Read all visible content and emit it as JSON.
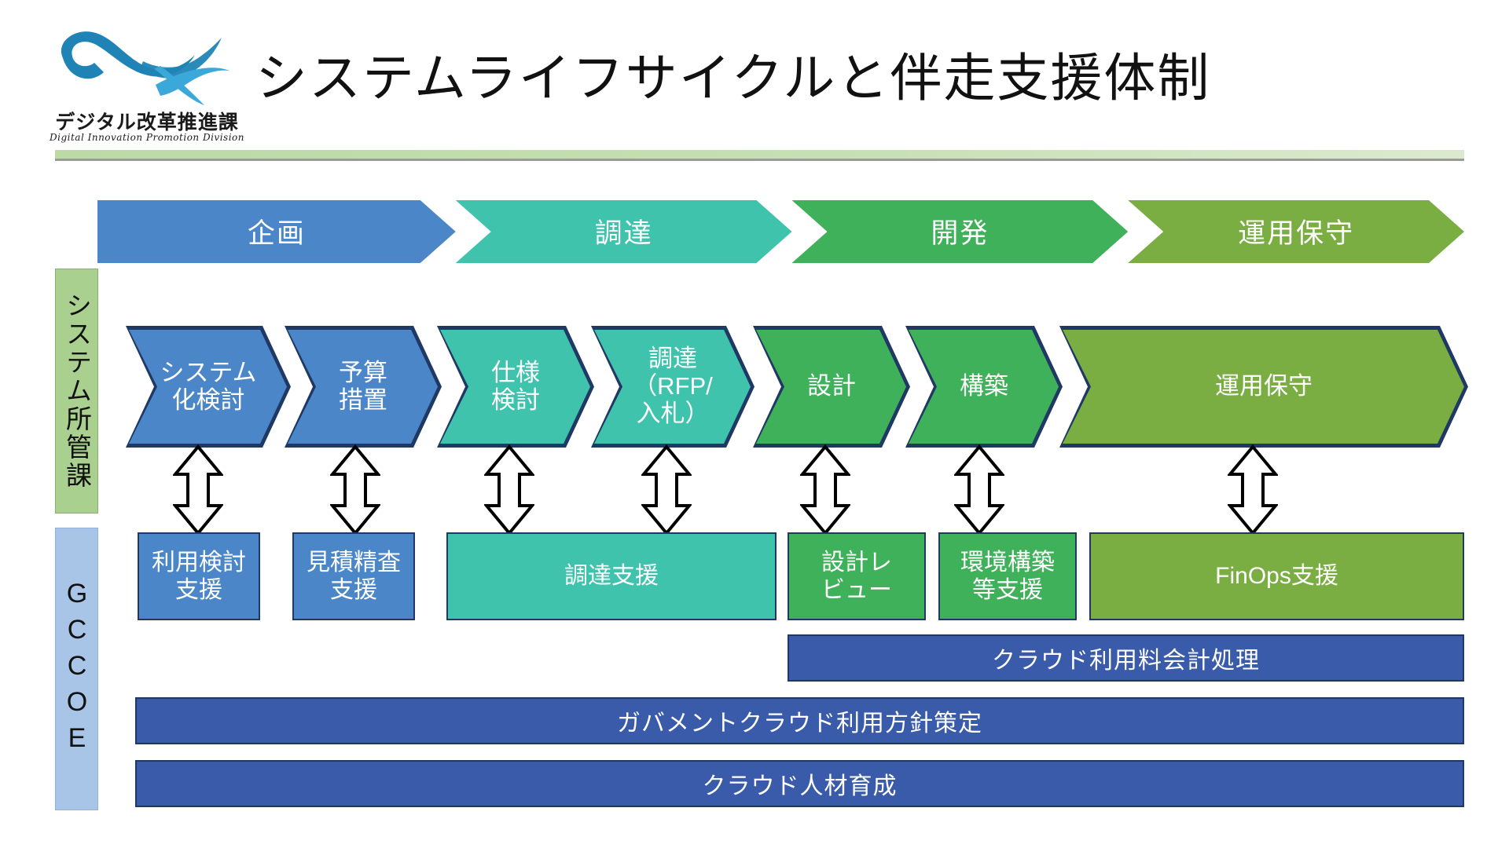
{
  "header": {
    "logo_jp": "デジタル改革推進課",
    "logo_en": "Digital Innovation Promotion Division",
    "title": "システムライフサイクルと伴走支援体制"
  },
  "rails": [
    {
      "id": "owner",
      "label": "システム所管課",
      "color": "#a9d08e"
    },
    {
      "id": "gccoe",
      "label": "GCCOE",
      "color": "#a8c5e8"
    }
  ],
  "phases": [
    {
      "label": "企画",
      "color": "#4a86c8"
    },
    {
      "label": "調達",
      "color": "#3fc3ad"
    },
    {
      "label": "開発",
      "color": "#3fb15a"
    },
    {
      "label": "運用保守",
      "color": "#7aad42"
    }
  ],
  "steps": [
    {
      "label": "システム\n化検討",
      "color": "#4a86c8"
    },
    {
      "label": "予算\n措置",
      "color": "#4a86c8"
    },
    {
      "label": "仕様\n検討",
      "color": "#3fc3ad"
    },
    {
      "label": "調達\n（RFP/\n入札）",
      "color": "#3fc3ad"
    },
    {
      "label": "設計",
      "color": "#3fb15a"
    },
    {
      "label": "構築",
      "color": "#3fb15a"
    },
    {
      "label": "運用保守",
      "color": "#7aad42"
    }
  ],
  "arrows_count": 7,
  "support_boxes": [
    {
      "label": "利用検討\n支援",
      "color": "#4a86c8"
    },
    {
      "label": "見積精査\n支援",
      "color": "#4a86c8"
    },
    {
      "label": "調達支援",
      "color": "#3fc3ad"
    },
    {
      "label": "設計レ\nビュー",
      "color": "#3fb15a"
    },
    {
      "label": "環境構築\n等支援",
      "color": "#3fb15a"
    },
    {
      "label": "FinOps支援",
      "color": "#7aad42"
    }
  ],
  "bottom_bars": [
    {
      "label": "クラウド利用料会計処理",
      "color": "#3a5ba9"
    },
    {
      "label": "ガバメントクラウド利用方針策定",
      "color": "#3a5ba9"
    },
    {
      "label": "クラウド人材育成",
      "color": "#3a5ba9"
    }
  ],
  "colors": {
    "accent_blue": "#4a86c8",
    "accent_teal": "#3fc3ad",
    "accent_green": "#3fb15a",
    "accent_olive": "#7aad42",
    "accent_navy": "#3a5ba9",
    "outline": "#1f3864",
    "logo_blue": "#1f84b5"
  }
}
